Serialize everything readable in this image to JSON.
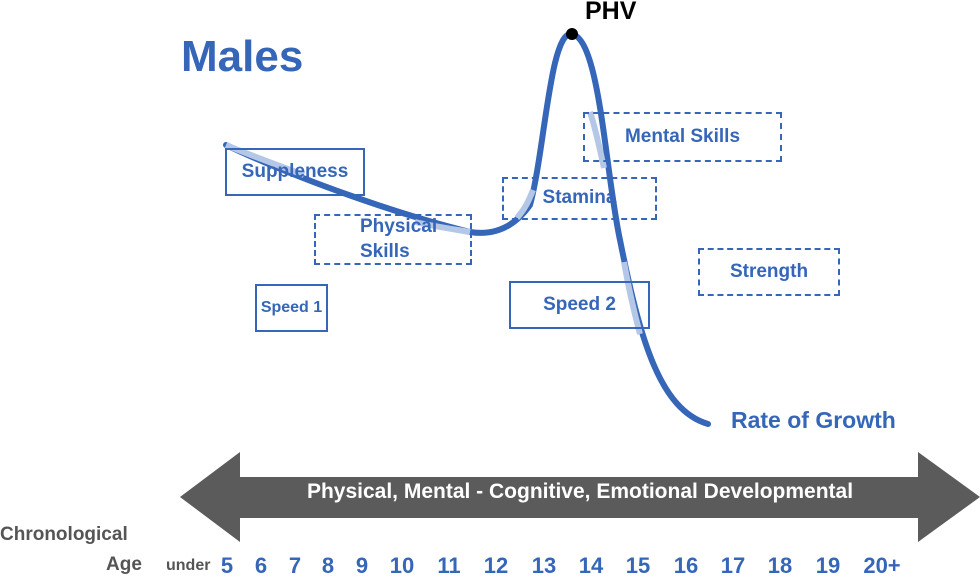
{
  "title": "Males",
  "peak_label": "PHV",
  "curve_label": "Rate of Growth",
  "boxes": {
    "suppleness": "Suppleness",
    "physical_skills_line1": "Physical",
    "physical_skills_line2": "Skills",
    "speed1": "Speed 1",
    "stamina": "Stamina",
    "mental_skills": "Mental Skills",
    "speed2": "Speed 2",
    "strength": "Strength"
  },
  "arrow_text": "Physical, Mental - Cognitive, Emotional Developmental",
  "axis": {
    "label_line1": "Chronological",
    "label_line2": "Age",
    "prefix": "under",
    "ages": [
      "5",
      "6",
      "7",
      "8",
      "9",
      "10",
      "11",
      "12",
      "13",
      "14",
      "15",
      "16",
      "17",
      "18",
      "19",
      "20+"
    ]
  },
  "colors": {
    "primary_blue": "#3566b8",
    "light_blue": "#b4c7e7",
    "arrow_gray": "#5b5b5b",
    "axis_label_gray": "#555555"
  }
}
